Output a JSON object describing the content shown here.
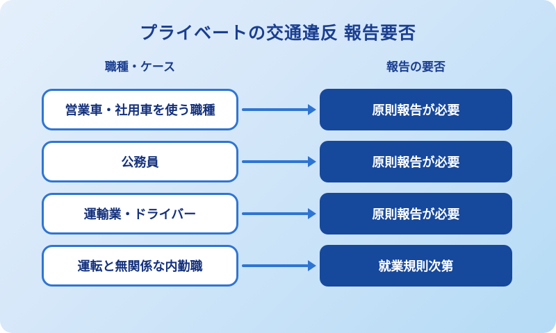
{
  "diagram": {
    "title": "プライベートの交通違反 報告要否",
    "column_headers": {
      "left": "職種・ケース",
      "right": "報告の要否"
    },
    "rows": [
      {
        "case": "営業車・社用車を使う職種",
        "verdict": "原則報告が必要"
      },
      {
        "case": "公務員",
        "verdict": "原則報告が必要"
      },
      {
        "case": "運輸業・ドライバー",
        "verdict": "原則報告が必要"
      },
      {
        "case": "運転と無関係な内勤職",
        "verdict": "就業規則次第"
      }
    ],
    "colors": {
      "background_gradient_start": "#e4effb",
      "background_gradient_end": "#b5dbf6",
      "result_box_blue": "#16489c",
      "accent_border_blue": "#2e75d3",
      "heading_text_blue": "#1a3e90",
      "case_text_navy": "#13307c",
      "result_text_white": "#ffffff"
    }
  }
}
